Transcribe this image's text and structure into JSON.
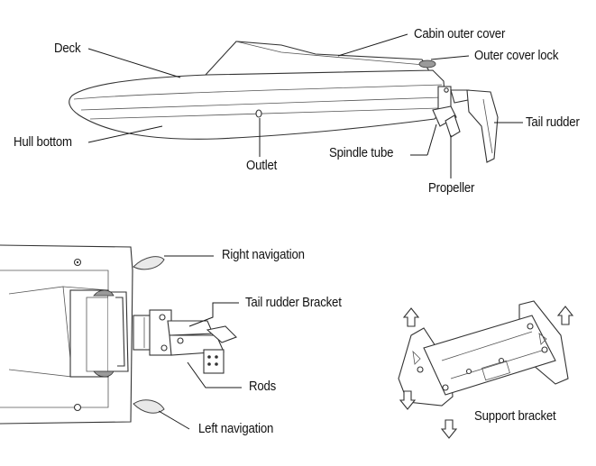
{
  "labels": {
    "deck": "Deck",
    "cabin_outer_cover": "Cabin outer cover",
    "outer_cover_lock": "Outer cover lock",
    "tail_rudder": "Tail rudder",
    "hull_bottom": "Hull bottom",
    "outlet": "Outlet",
    "spindle_tube": "Spindle tube",
    "propeller": "Propeller",
    "right_navigation": "Right navigation",
    "tail_rudder_bracket": "Tail rudder Bracket",
    "rods": "Rods",
    "left_navigation": "Left navigation",
    "support_bracket": "Support bracket"
  },
  "icons": [
    "arrow-up-icon",
    "arrow-down-icon"
  ],
  "colors": {
    "line": "#1a1a1a",
    "background": "#ffffff"
  }
}
